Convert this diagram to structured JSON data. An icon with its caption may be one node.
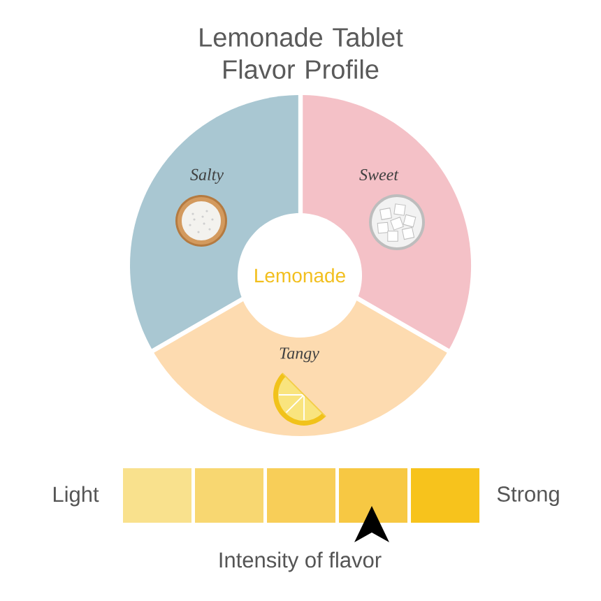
{
  "diagram": {
    "title": "Lemonade Tablet Flavor Profile",
    "nodes": [
      {
        "text": [
          "Salty"
        ]
      },
      {
        "text": [
          "Sweet"
        ]
      },
      {
        "text": [
          "Lemonade"
        ]
      },
      {
        "text": [
          "Tangy"
        ]
      }
    ],
    "labels": [
      "Light",
      "Strong",
      "Intensity of flavor"
    ]
  }
}
